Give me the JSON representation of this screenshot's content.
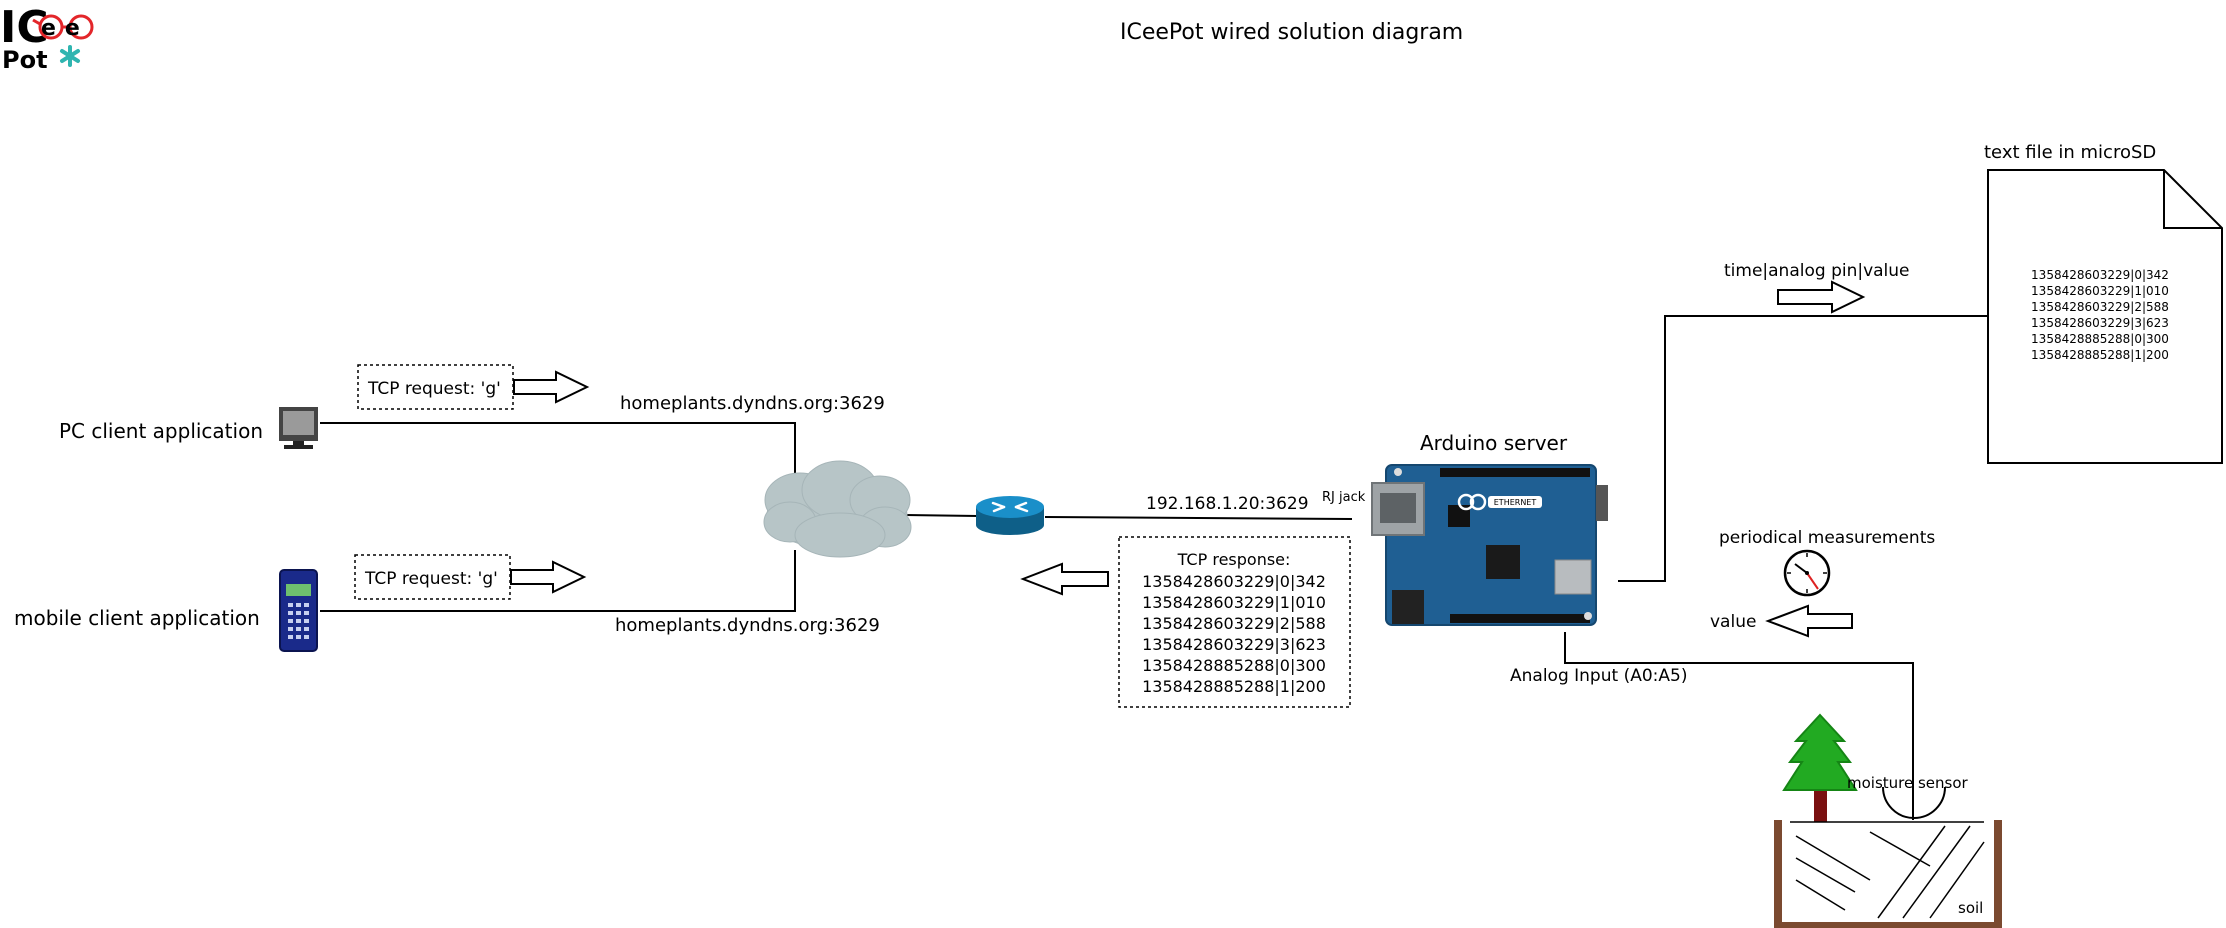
{
  "logo": {
    "line1": "IC",
    "eyes": "ee",
    "line2": "Pot"
  },
  "title": "ICeePot wired solution diagram",
  "clients": {
    "pc": {
      "label": "PC client application",
      "request": "TCP request: 'g'",
      "address": "homeplants.dyndns.org:3629"
    },
    "mobile": {
      "label": "mobile client application",
      "request": "TCP request: 'g'",
      "address": "homeplants.dyndns.org:3629"
    }
  },
  "router": {
    "address": "192.168.1.20:3629"
  },
  "response": {
    "title": "TCP response:",
    "lines": [
      "1358428603229|0|342",
      "1358428603229|1|010",
      "1358428603229|2|588",
      "1358428603229|3|623",
      "1358428885288|0|300",
      "1358428885288|1|200"
    ]
  },
  "arduino": {
    "label": "Arduino server",
    "rj_jack": "RJ jack",
    "analog_input": "Analog Input (A0:A5)",
    "board_text": "ETHERNET"
  },
  "storage": {
    "title": "text file in microSD",
    "format": "time|analog pin|value",
    "lines": [
      "1358428603229|0|342",
      "1358428603229|1|010",
      "1358428603229|2|588",
      "1358428603229|3|623",
      "1358428885288|0|300",
      "1358428885288|1|200"
    ]
  },
  "measurements": {
    "label": "periodical measurements",
    "value_label": "value"
  },
  "plant": {
    "sensor_label": "moisture sensor",
    "soil_label": "soil"
  },
  "colors": {
    "cloud": "#b7c5c7",
    "router": "#1a8fc9",
    "board": "#1f5f93",
    "tree": "#22aa22",
    "trunk": "#7a1010",
    "pot": "#7b4a30",
    "logo_red": "#e3262a",
    "logo_teal": "#2fb5b0",
    "phone": "#1a2a8a"
  }
}
